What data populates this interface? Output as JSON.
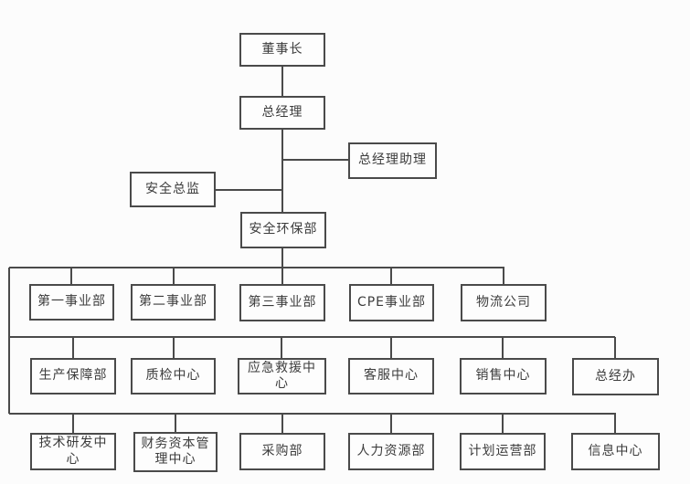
{
  "diagram": {
    "type": "org-chart",
    "top_chain": {
      "chairman": "董事长",
      "general_manager": "总经理",
      "gm_assistant": "总经理助理",
      "safety_director": "安全总监",
      "safety_env_dept": "安全环保部"
    },
    "business_units": [
      "第一事业部",
      "第二事业部",
      "第三事业部",
      "CPE事业部",
      "物流公司"
    ],
    "support_centers": [
      "生产保障部",
      "质检中心",
      "应急救援中心",
      "客服中心",
      "销售中心",
      "总经办"
    ],
    "functional_depts": [
      "技术研发中心",
      "财务资本管理中心",
      "采购部",
      "人力资源部",
      "计划运营部",
      "信息中心"
    ],
    "colors": {
      "line": "#4a4a4a",
      "text": "#3c3c3c",
      "background": "#fcfcfc"
    }
  }
}
